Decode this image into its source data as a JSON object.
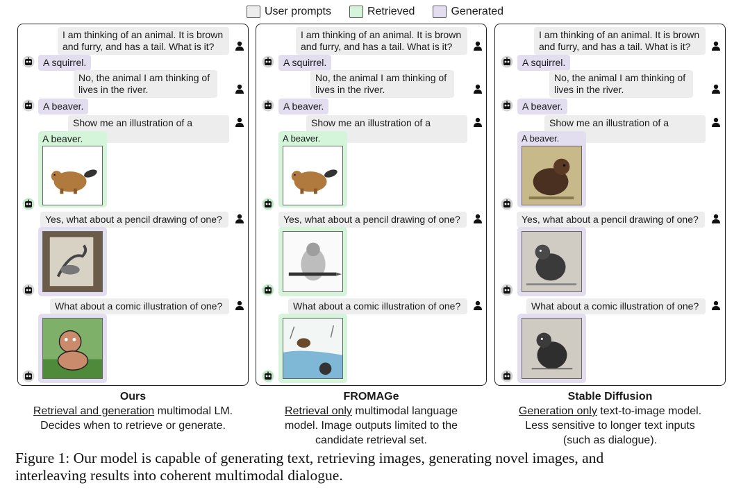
{
  "legend": [
    {
      "label": "User prompts",
      "color": "#ededed"
    },
    {
      "label": "Retrieved",
      "color": "#d4f5da"
    },
    {
      "label": "Generated",
      "color": "#e3ddf0"
    }
  ],
  "dialogue": {
    "q1_line1": "I am thinking of an animal. It is brown",
    "q1_line2": "and furry, and has a tail. What is it?",
    "a1": "A squirrel.",
    "q2_line1": "No, the animal I am thinking of",
    "q2_line2": "lives in the river.",
    "a2": "A beaver.",
    "q3": "Show me an illustration of a beaver",
    "img_label": "A beaver.",
    "q4": "Yes, what about a pencil drawing of one?",
    "q5": "What about a comic illustration of one?"
  },
  "panels": [
    {
      "title": "Ours",
      "desc_underlined": "Retrieval and generation",
      "desc_rest": " multimodal LM.",
      "desc_line2": "Decides when to retrieve or generate.",
      "image_sources": [
        "Retrieved",
        "Generated",
        "Generated"
      ]
    },
    {
      "title": "FROMAGe",
      "desc_underlined": "Retrieval only",
      "desc_rest": " multimodal language",
      "desc_line2": "model. Image outputs limited to the",
      "desc_line3": "candidate retrieval set.",
      "image_sources": [
        "Retrieved",
        "Retrieved",
        "Retrieved"
      ]
    },
    {
      "title": "Stable Diffusion",
      "desc_underlined": "Generation only",
      "desc_rest": " text-to-image model.",
      "desc_line2": "Less sensitive to longer text inputs",
      "desc_line3": "(such as dialogue).",
      "image_sources": [
        "Generated",
        "Generated",
        "Generated"
      ]
    }
  ],
  "figure_caption": {
    "line1": "Figure 1: Our model is capable of generating text, retrieving images, generating novel images, and",
    "line2": "interleaving results into coherent multimodal dialogue."
  },
  "colors": {
    "user_bubble": "#ededed",
    "retrieved": "#d4f5da",
    "generated": "#e3ddf0",
    "border": "#222222"
  },
  "icons": [
    "user-icon",
    "bot-icon"
  ]
}
